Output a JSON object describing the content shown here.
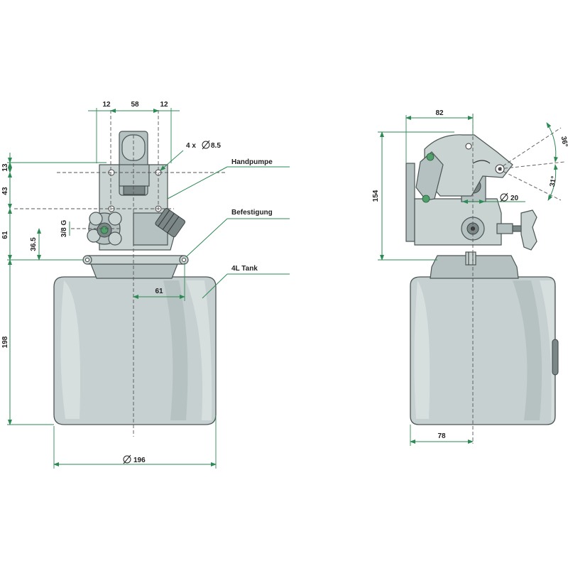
{
  "front_view": {
    "dim_top_left": "12",
    "dim_top_mid": "58",
    "dim_top_right": "12",
    "holes": "4 x",
    "hole_dia": "8.5",
    "dim_13": "13",
    "dim_43": "43",
    "dim_61_left": "61",
    "thread": "3/8 G",
    "dim_36_5": "36.5",
    "dim_198": "198",
    "dim_61_bottom": "61",
    "dim_196": "196",
    "label_handpump": "Handpumpe",
    "label_mount": "Befestigung",
    "label_tank": "4L Tank"
  },
  "side_view": {
    "dim_82": "82",
    "dim_154": "154",
    "dim_20": "20",
    "dim_78": "78",
    "angle_36": "36°",
    "angle_31": "31°"
  },
  "colors": {
    "dimension": "#2e8a55",
    "body": "#c9d3d2",
    "outline": "#4a5554"
  }
}
